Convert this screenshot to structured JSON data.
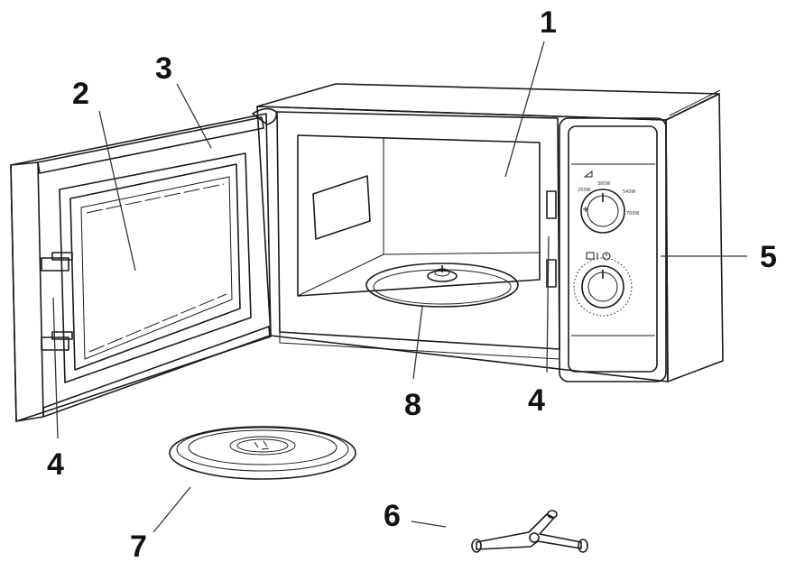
{
  "callouts": {
    "c1": "1",
    "c2": "2",
    "c3": "3",
    "c4_door": "4",
    "c4_cavity": "4",
    "c5": "5",
    "c6": "6",
    "c7": "7",
    "c8": "8"
  },
  "control_panel": {
    "power_levels": [
      "250W",
      "380W",
      "540W",
      "700W"
    ],
    "colors": {
      "outline": "#1a1a1a",
      "dial_fill": "#e6e6e6",
      "glass_fill": "#f4f4f4"
    }
  }
}
